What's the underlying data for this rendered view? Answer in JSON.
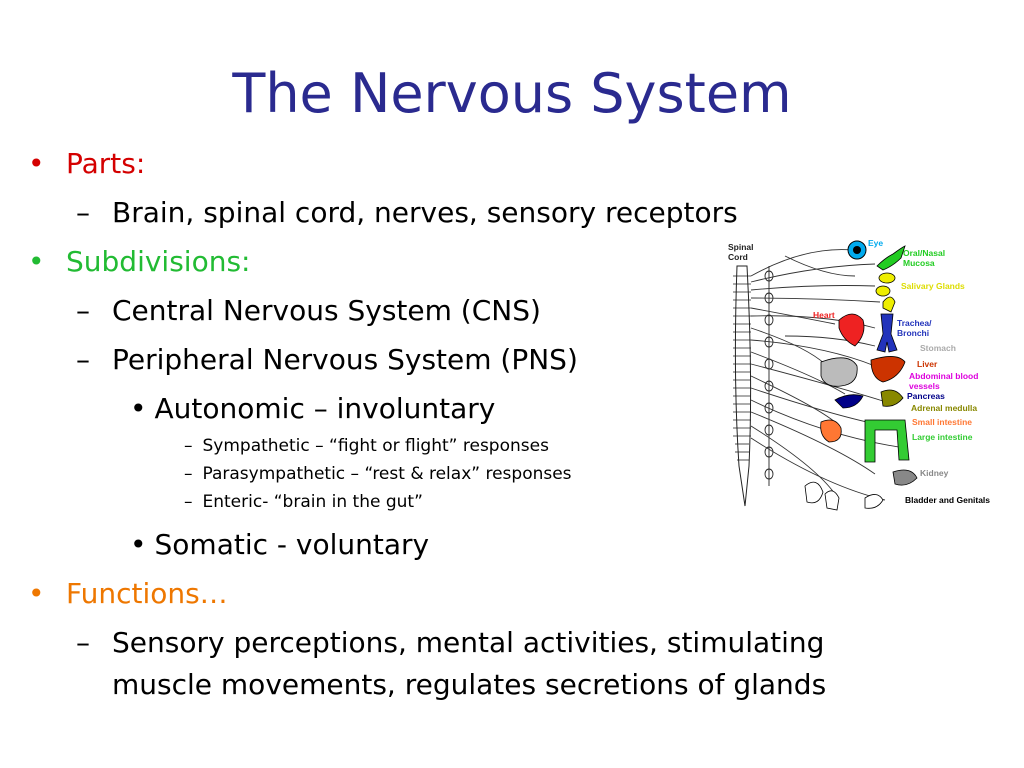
{
  "slide": {
    "title": "The Nervous System"
  },
  "content": {
    "parts": {
      "heading": "Parts:",
      "items": [
        "Brain, spinal cord, nerves, sensory receptors"
      ]
    },
    "subdivisions": {
      "heading": "Subdivisions:",
      "cns": "Central Nervous System (CNS)",
      "pns": "Peripheral Nervous System (PNS)",
      "autonomic": "Autonomic – involuntary",
      "autonomic_items": [
        "Sympathetic – “fight or flight” responses",
        "Parasympathetic – “rest & relax” responses",
        "Enteric- “brain in the gut”"
      ],
      "somatic": "Somatic - voluntary"
    },
    "functions": {
      "heading": "Functions…",
      "line1": "Sensory perceptions, mental activities, stimulating",
      "line2": "muscle movements, regulates secretions of glands"
    },
    "bullet_char": "•",
    "dash_char": "–"
  },
  "diagram": {
    "spinal_cord_label": [
      "Spinal",
      "Cord"
    ],
    "labels": {
      "eye": "Eye",
      "oral_nasal": [
        "Oral/Nasal",
        "Mucosa"
      ],
      "salivary": "Salivary Glands",
      "heart": "Heart",
      "trachea": [
        "Trachea/",
        "Bronchi"
      ],
      "stomach": "Stomach",
      "liver": "Liver",
      "abdominal": [
        "Abdominal blood",
        "vessels"
      ],
      "pancreas": "Pancreas",
      "adrenal": "Adrenal medulla",
      "small_intestine": "Small intestine",
      "large_intestine": "Large intestine",
      "kidney": "Kidney",
      "bladder": "Bladder and Genitals"
    },
    "colors": {
      "eye": "#00aaee",
      "oral_nasal": "#22cc22",
      "salivary": "#eeee00",
      "heart": "#ee2222",
      "trachea": "#2233bb",
      "stomach": "#aaaaaa",
      "liver": "#cc3300",
      "abdominal": "#dd00dd",
      "pancreas": "#000088",
      "adrenal": "#888800",
      "small_intestine": "#ff7733",
      "large_intestine": "#33cc33",
      "kidney": "#888888",
      "bladder": "#000000"
    }
  }
}
